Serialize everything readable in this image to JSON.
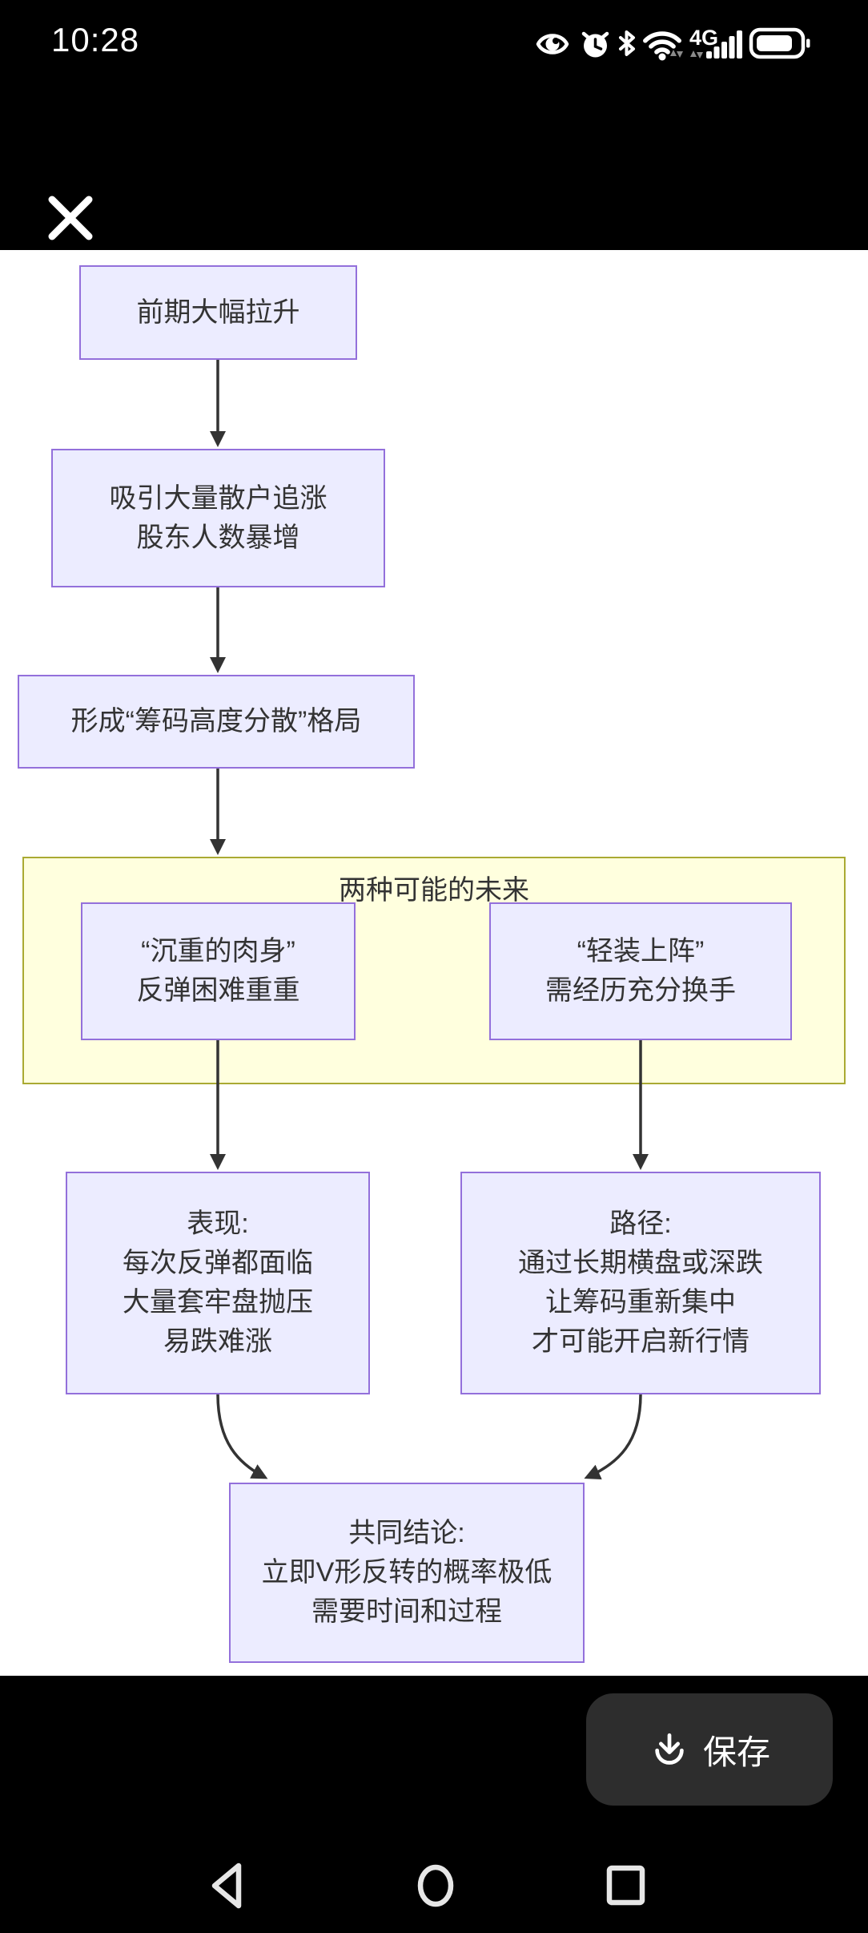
{
  "status_bar": {
    "time": "10:28",
    "network_type": "4G",
    "icons": [
      "eye-comfort",
      "alarm",
      "bluetooth",
      "wifi",
      "signal-bars",
      "battery"
    ]
  },
  "header": {
    "close_icon": "✕"
  },
  "flowchart": {
    "nodes": {
      "start": {
        "lines": [
          "前期大幅拉升"
        ]
      },
      "attract": {
        "lines": [
          "吸引大量散户追涨",
          "股东人数暴增"
        ]
      },
      "pattern": {
        "lines": [
          "形成“筹码高度分散”格局"
        ]
      },
      "heavy": {
        "lines": [
          "“沉重的肉身”",
          "反弹困难重重"
        ]
      },
      "light": {
        "lines": [
          "“轻装上阵”",
          "需经历充分换手"
        ]
      },
      "performance": {
        "lines": [
          "表现:",
          "每次反弹都面临",
          "大量套牢盘抛压",
          "易跌难涨"
        ]
      },
      "path": {
        "lines": [
          "路径:",
          "通过长期横盘或深跌",
          "让筹码重新集中",
          "才可能开启新行情"
        ]
      },
      "conclusion": {
        "lines": [
          "共同结论:",
          "立即V形反转的概率极低",
          "需要时间和过程"
        ]
      }
    },
    "subgraph": {
      "title": "两种可能的未来"
    },
    "colors": {
      "node_fill": "#ECECFF",
      "node_border": "#9370DB",
      "subgraph_fill": "#FFFFDE",
      "subgraph_border": "#AAAA33",
      "edge": "#333333",
      "text": "#333333"
    }
  },
  "save_button": {
    "label": "保存"
  },
  "icons_map": {
    "close-icon": "✕",
    "eye-comfort-icon": "👁",
    "alarm-icon": "⏰",
    "bluetooth-icon": "ᛒ",
    "wifi-icon": "📶",
    "signal-bars-icon": "▂▄▆█",
    "battery-icon": "🔋",
    "download-icon": "⤓",
    "nav-back-icon": "◁",
    "nav-home-icon": "○",
    "nav-recents-icon": "▢"
  }
}
